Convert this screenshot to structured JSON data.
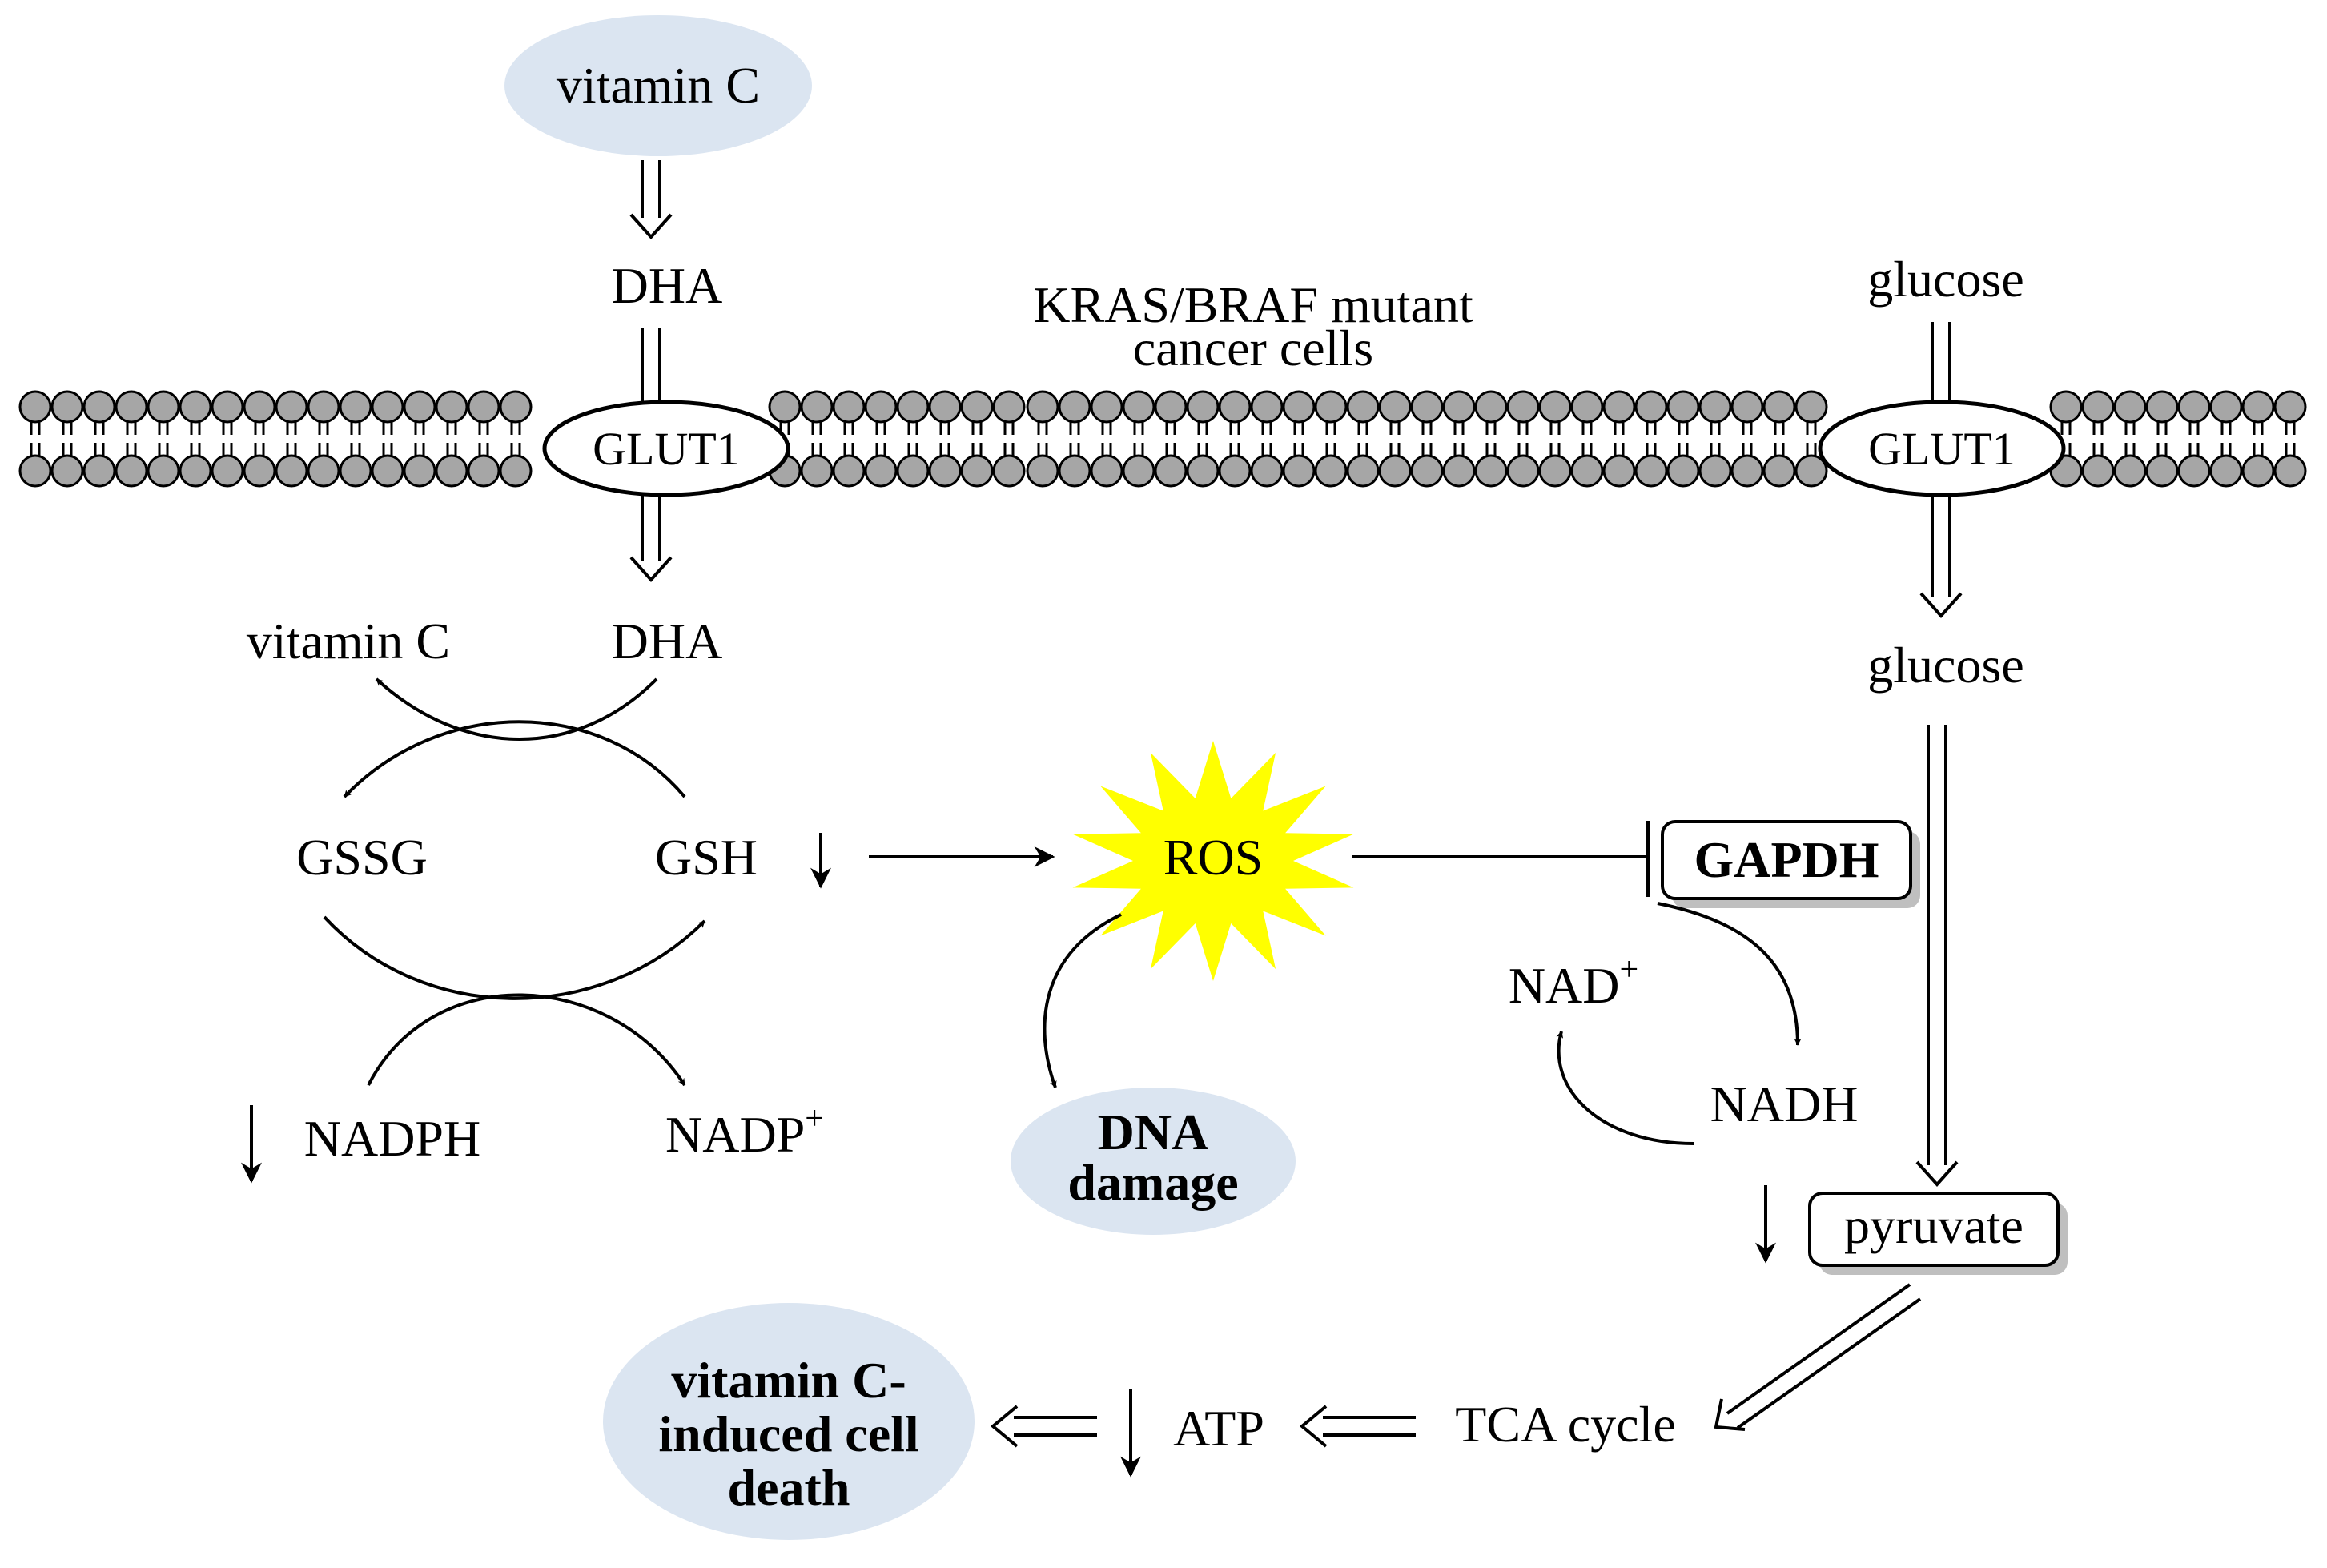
{
  "title": "KRAS/BRAF mutant",
  "title_line2": "cancer cells",
  "nodes": {
    "vitc_out": "vitamin C",
    "dha_out": "DHA",
    "glut1_left": "GLUT1",
    "dha_in": "DHA",
    "vitc_in": "vitamin C",
    "gssg": "GSSG",
    "gsh": "GSH",
    "nadph": "NADPH",
    "nadp": "NADP",
    "nadp_sup": "+",
    "ros": "ROS",
    "dna_line1": "DNA",
    "dna_line2": "damage",
    "glucose_out": "glucose",
    "glut1_right": "GLUT1",
    "glucose_in": "glucose",
    "gapdh": "GAPDH",
    "nad": "NAD",
    "nad_sup": "+",
    "nadh": "NADH",
    "pyruvate": "pyruvate",
    "tca": "TCA cycle",
    "atp": "ATP",
    "death_line1": "vitamin C-",
    "death_line2": "induced cell",
    "death_line3": "death"
  },
  "colors": {
    "ellipse_fill": "#dbe5f1",
    "ros_fill": "#ffff00",
    "lipid_fill": "#a6a6a6",
    "box_shadow": "#bfbfbf"
  }
}
